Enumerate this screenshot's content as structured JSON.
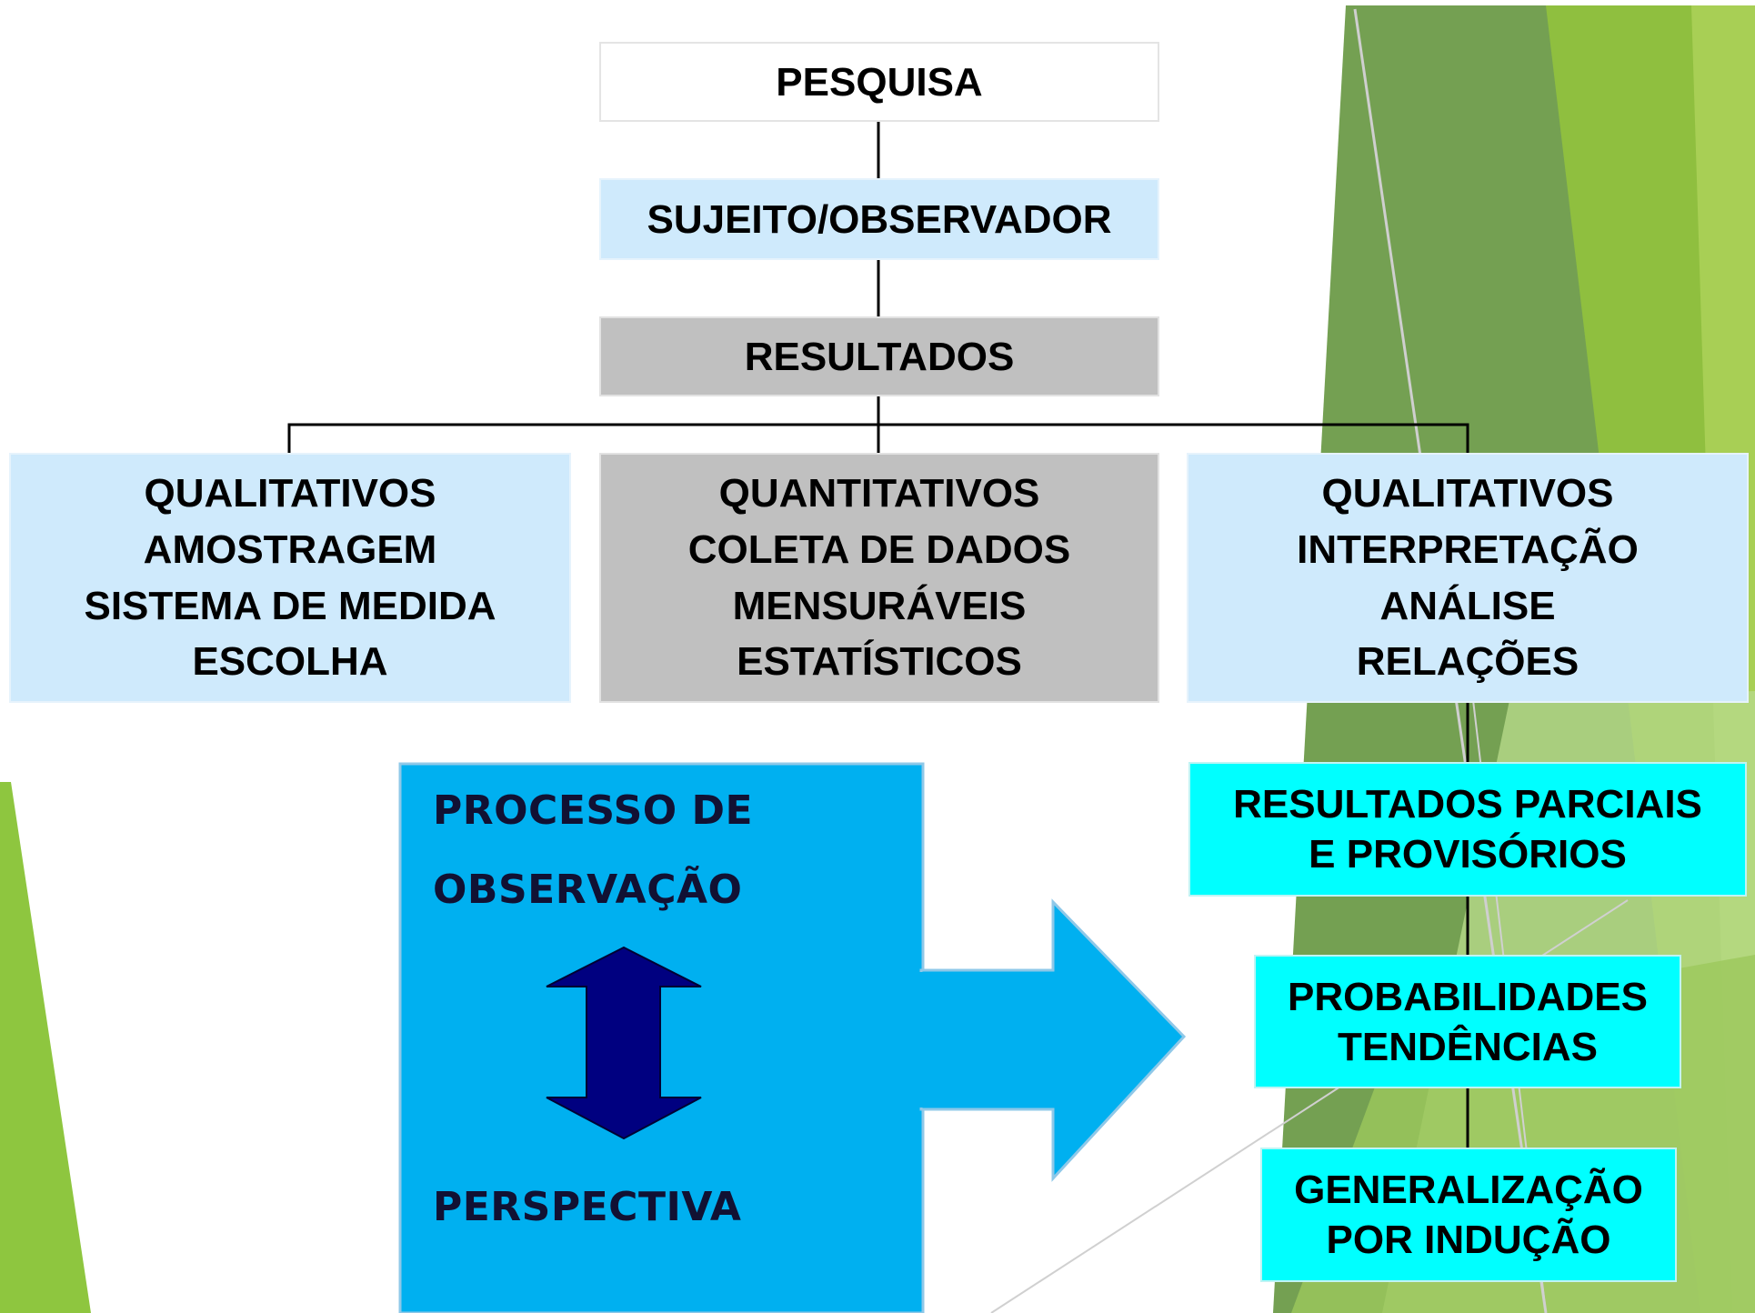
{
  "top": {
    "pesquisa": "PESQUISA",
    "sujeito": "SUJEITO/OBSERVADOR",
    "resultados": "RESULTADOS"
  },
  "columns": [
    {
      "lines": [
        "QUALITATIVOS",
        "AMOSTRAGEM",
        "SISTEMA DE MEDIDA",
        "ESCOLHA"
      ]
    },
    {
      "lines": [
        "QUANTITATIVOS",
        "COLETA DE DADOS",
        "MENSURÁVEIS",
        "ESTATÍSTICOS"
      ]
    },
    {
      "lines": [
        "QUALITATIVOS",
        "INTERPRETAÇÃO",
        "ANÁLISE",
        "RELAÇÕES"
      ]
    }
  ],
  "process": {
    "line1": "PROCESSO DE",
    "line2": "OBSERVAÇÃO",
    "line3": "PERSPECTIVA"
  },
  "outcomes": [
    {
      "lines": [
        "RESULTADOS PARCIAIS",
        "E PROVISÓRIOS"
      ]
    },
    {
      "lines": [
        "PROBABILIDADES",
        "TENDÊNCIAS"
      ]
    },
    {
      "lines": [
        "GENERALIZAÇÃO",
        "POR INDUÇÃO"
      ]
    }
  ],
  "colors": {
    "light_blue": "#cfeafc",
    "gray": "#c0c0c0",
    "cyan": "#00ffff",
    "process_blue": "#00b0f0",
    "arrow_navy": "#000080",
    "green_dark": "#6a9a4a",
    "green_light": "#8ec63f"
  }
}
